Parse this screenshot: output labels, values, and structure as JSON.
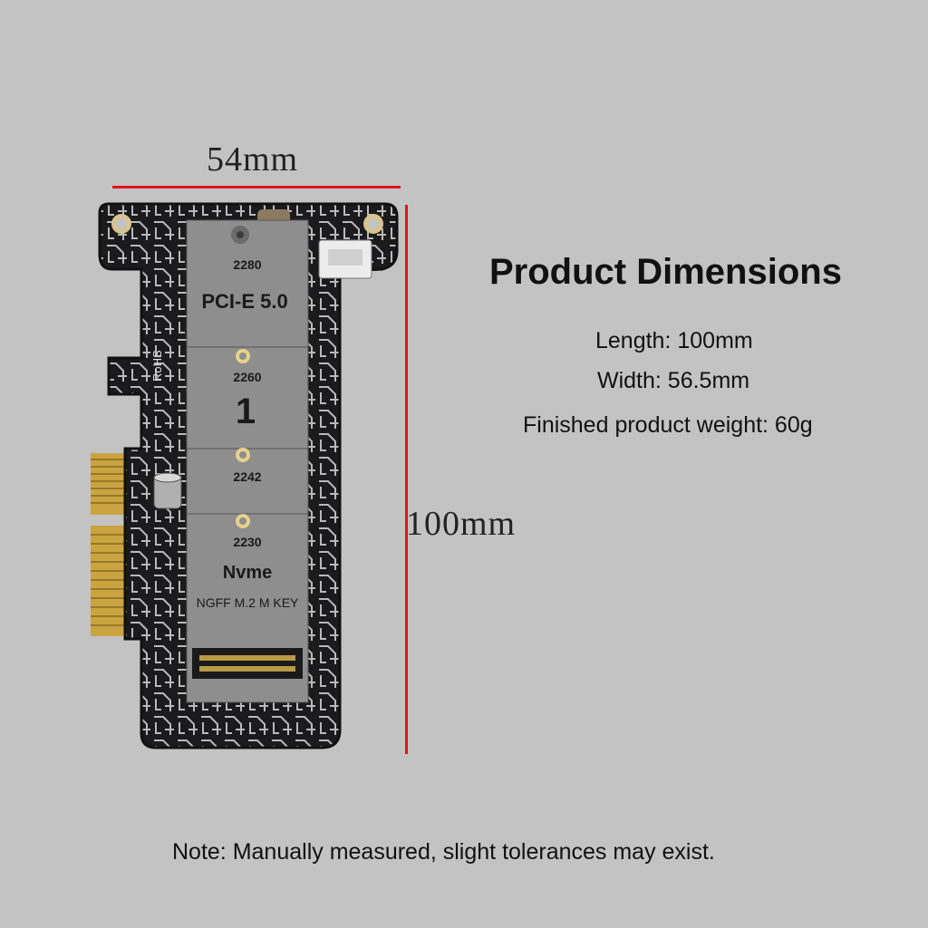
{
  "dimensions": {
    "width": "54mm",
    "length": "100mm"
  },
  "info": {
    "heading": "Product Dimensions",
    "length": "Length:  100mm",
    "width": "Width:  56.5mm",
    "weight": "Finished product weight:  60g"
  },
  "note": "Note: Manually measured, slight tolerances may exist.",
  "board": {
    "size_2280": "2280",
    "pcie_label": "PCI-E 5.0",
    "size_2260": "2260",
    "number": "1",
    "size_2242": "2242",
    "size_2230": "2230",
    "nvme": "Nvme",
    "ngff": "NGFF M.2 M KEY",
    "rohs": "RoHS"
  },
  "colors": {
    "background": "#c3c3c3",
    "measure_line": "#e0141e",
    "pcb": "#1b1b1d",
    "slot_area": "#8e8e8e",
    "gold_contact": "#c9a441"
  }
}
